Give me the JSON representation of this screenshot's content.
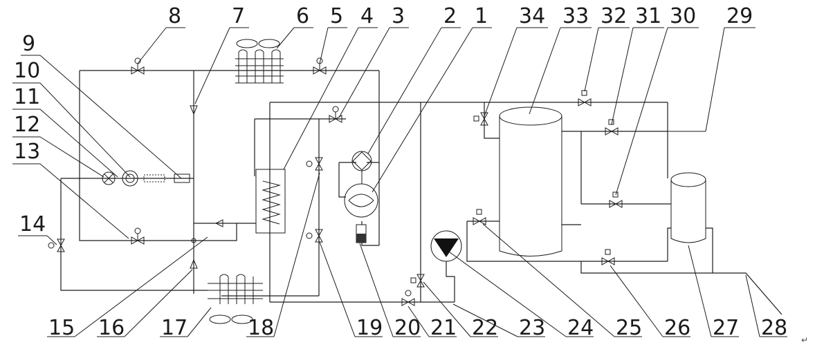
{
  "labels": [
    "1",
    "2",
    "3",
    "4",
    "5",
    "6",
    "7",
    "8",
    "9",
    "10",
    "11",
    "12",
    "13",
    "14",
    "15",
    "16",
    "17",
    "18",
    "19",
    "20",
    "21",
    "22",
    "23",
    "24",
    "25",
    "26",
    "27",
    "28",
    "29",
    "30",
    "31",
    "32",
    "33",
    "34"
  ],
  "return_mark": "↵",
  "colors": {
    "line": "#1a1a1a",
    "background": "#ffffff"
  }
}
